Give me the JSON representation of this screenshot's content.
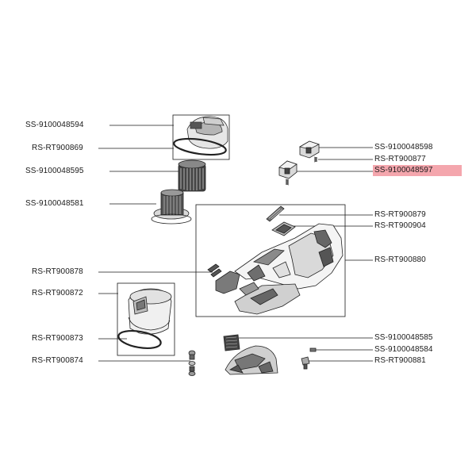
{
  "diagram": {
    "highlight_color": "#f4a6ad",
    "line_color": "#1a1a1a",
    "labels": {
      "ss_9100048594": "SS-9100048594",
      "rs_rt900869": "RS-RT900869",
      "ss_9100048595": "SS-9100048595",
      "ss_9100048581": "SS-9100048581",
      "rs_rt900878": "RS-RT900878",
      "rs_rt900872": "RS-RT900872",
      "rs_rt900873": "RS-RT900873",
      "rs_rt900874": "RS-RT900874",
      "ss_9100048598": "SS-9100048598",
      "rs_rt900877": "RS-RT900877",
      "ss_9100048597": "SS-9100048597",
      "rs_rt900879": "RS-RT900879",
      "rs_rt900904": "RS-RT900904",
      "rs_rt900880": "RS-RT900880",
      "ss_9100048585": "SS-9100048585",
      "ss_9100048584": "SS-9100048584",
      "rs_rt900881": "RS-RT900881"
    },
    "highlighted": "ss_9100048597"
  }
}
